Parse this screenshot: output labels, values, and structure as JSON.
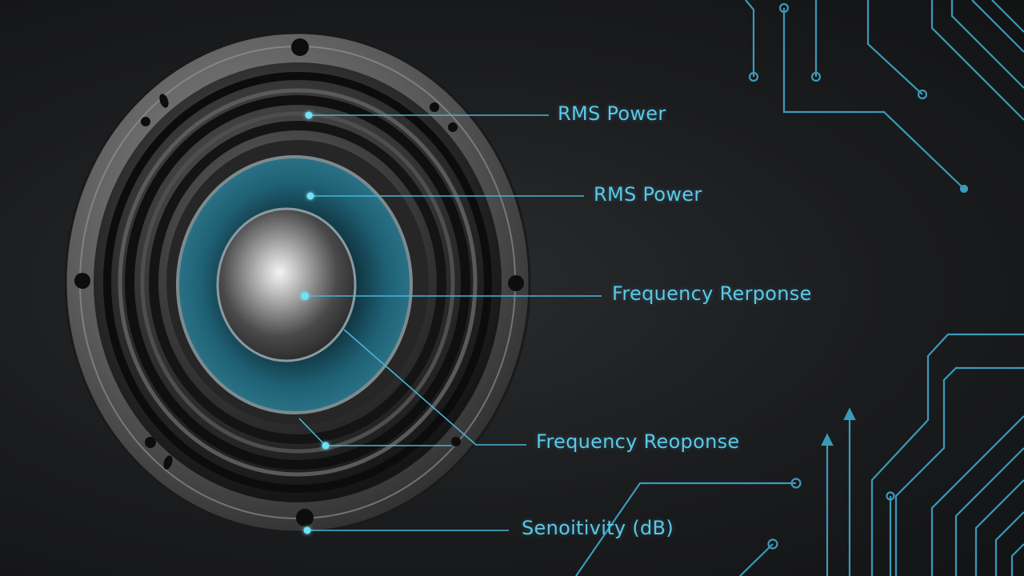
{
  "callouts": [
    {
      "label": "RMS Power"
    },
    {
      "label": "RMS Power"
    },
    {
      "label": "Frequency Rerponse"
    },
    {
      "label": "Frequency Reoponse"
    },
    {
      "label": "Senoitivity (dB)"
    }
  ],
  "colors": {
    "accent": "#5cc8e6",
    "circuit": "#3fa8cc",
    "background": "#1b1c1e",
    "cone_teal": "#1f5c6e"
  }
}
